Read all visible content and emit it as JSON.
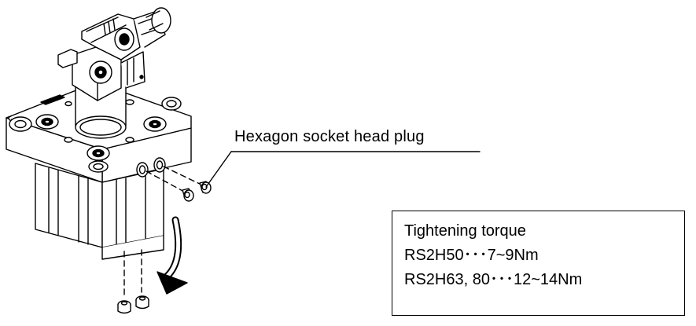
{
  "callout": {
    "label": "Hexagon socket head plug"
  },
  "torque_box": {
    "title": "Tightening torque",
    "line1": "RS2H50･･･7~9Nm",
    "line2": "RS2H63, 80･･･12~14Nm"
  },
  "colors": {
    "ink": "#000000",
    "background": "#ffffff"
  }
}
